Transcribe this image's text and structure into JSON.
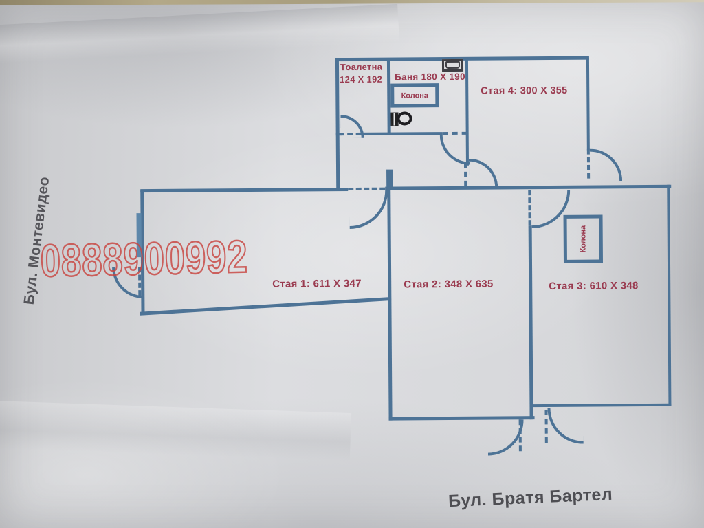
{
  "type": "apartment-floor-plan-photo",
  "watermark_phone": "0888900992",
  "streets": {
    "left_vertical": "Бул. Монтевидео",
    "bottom": "Бул. Братя Бартел"
  },
  "rooms": {
    "toilet": {
      "name": "Тоалетна",
      "size": "124 X 192"
    },
    "bath": {
      "label": "Баня 180 X 190"
    },
    "room4": {
      "label": "Стая 4: 300 X 355"
    },
    "room1": {
      "label": "Стая 1: 611 X 347"
    },
    "room2": {
      "label": "Стая 2: 348 X 635"
    },
    "room3": {
      "label": "Стая 3: 610 X 348"
    }
  },
  "columns": {
    "bath": {
      "label": "Колона"
    },
    "room3": {
      "label": "Колона"
    }
  },
  "icons": [
    "sink-icon",
    "toilet-icon"
  ],
  "colors": {
    "wall": "#4d7396",
    "room_label": "#9a3b50",
    "watermark": "#c84440",
    "street_label": "#55555a",
    "paper": "#d7d8da"
  }
}
